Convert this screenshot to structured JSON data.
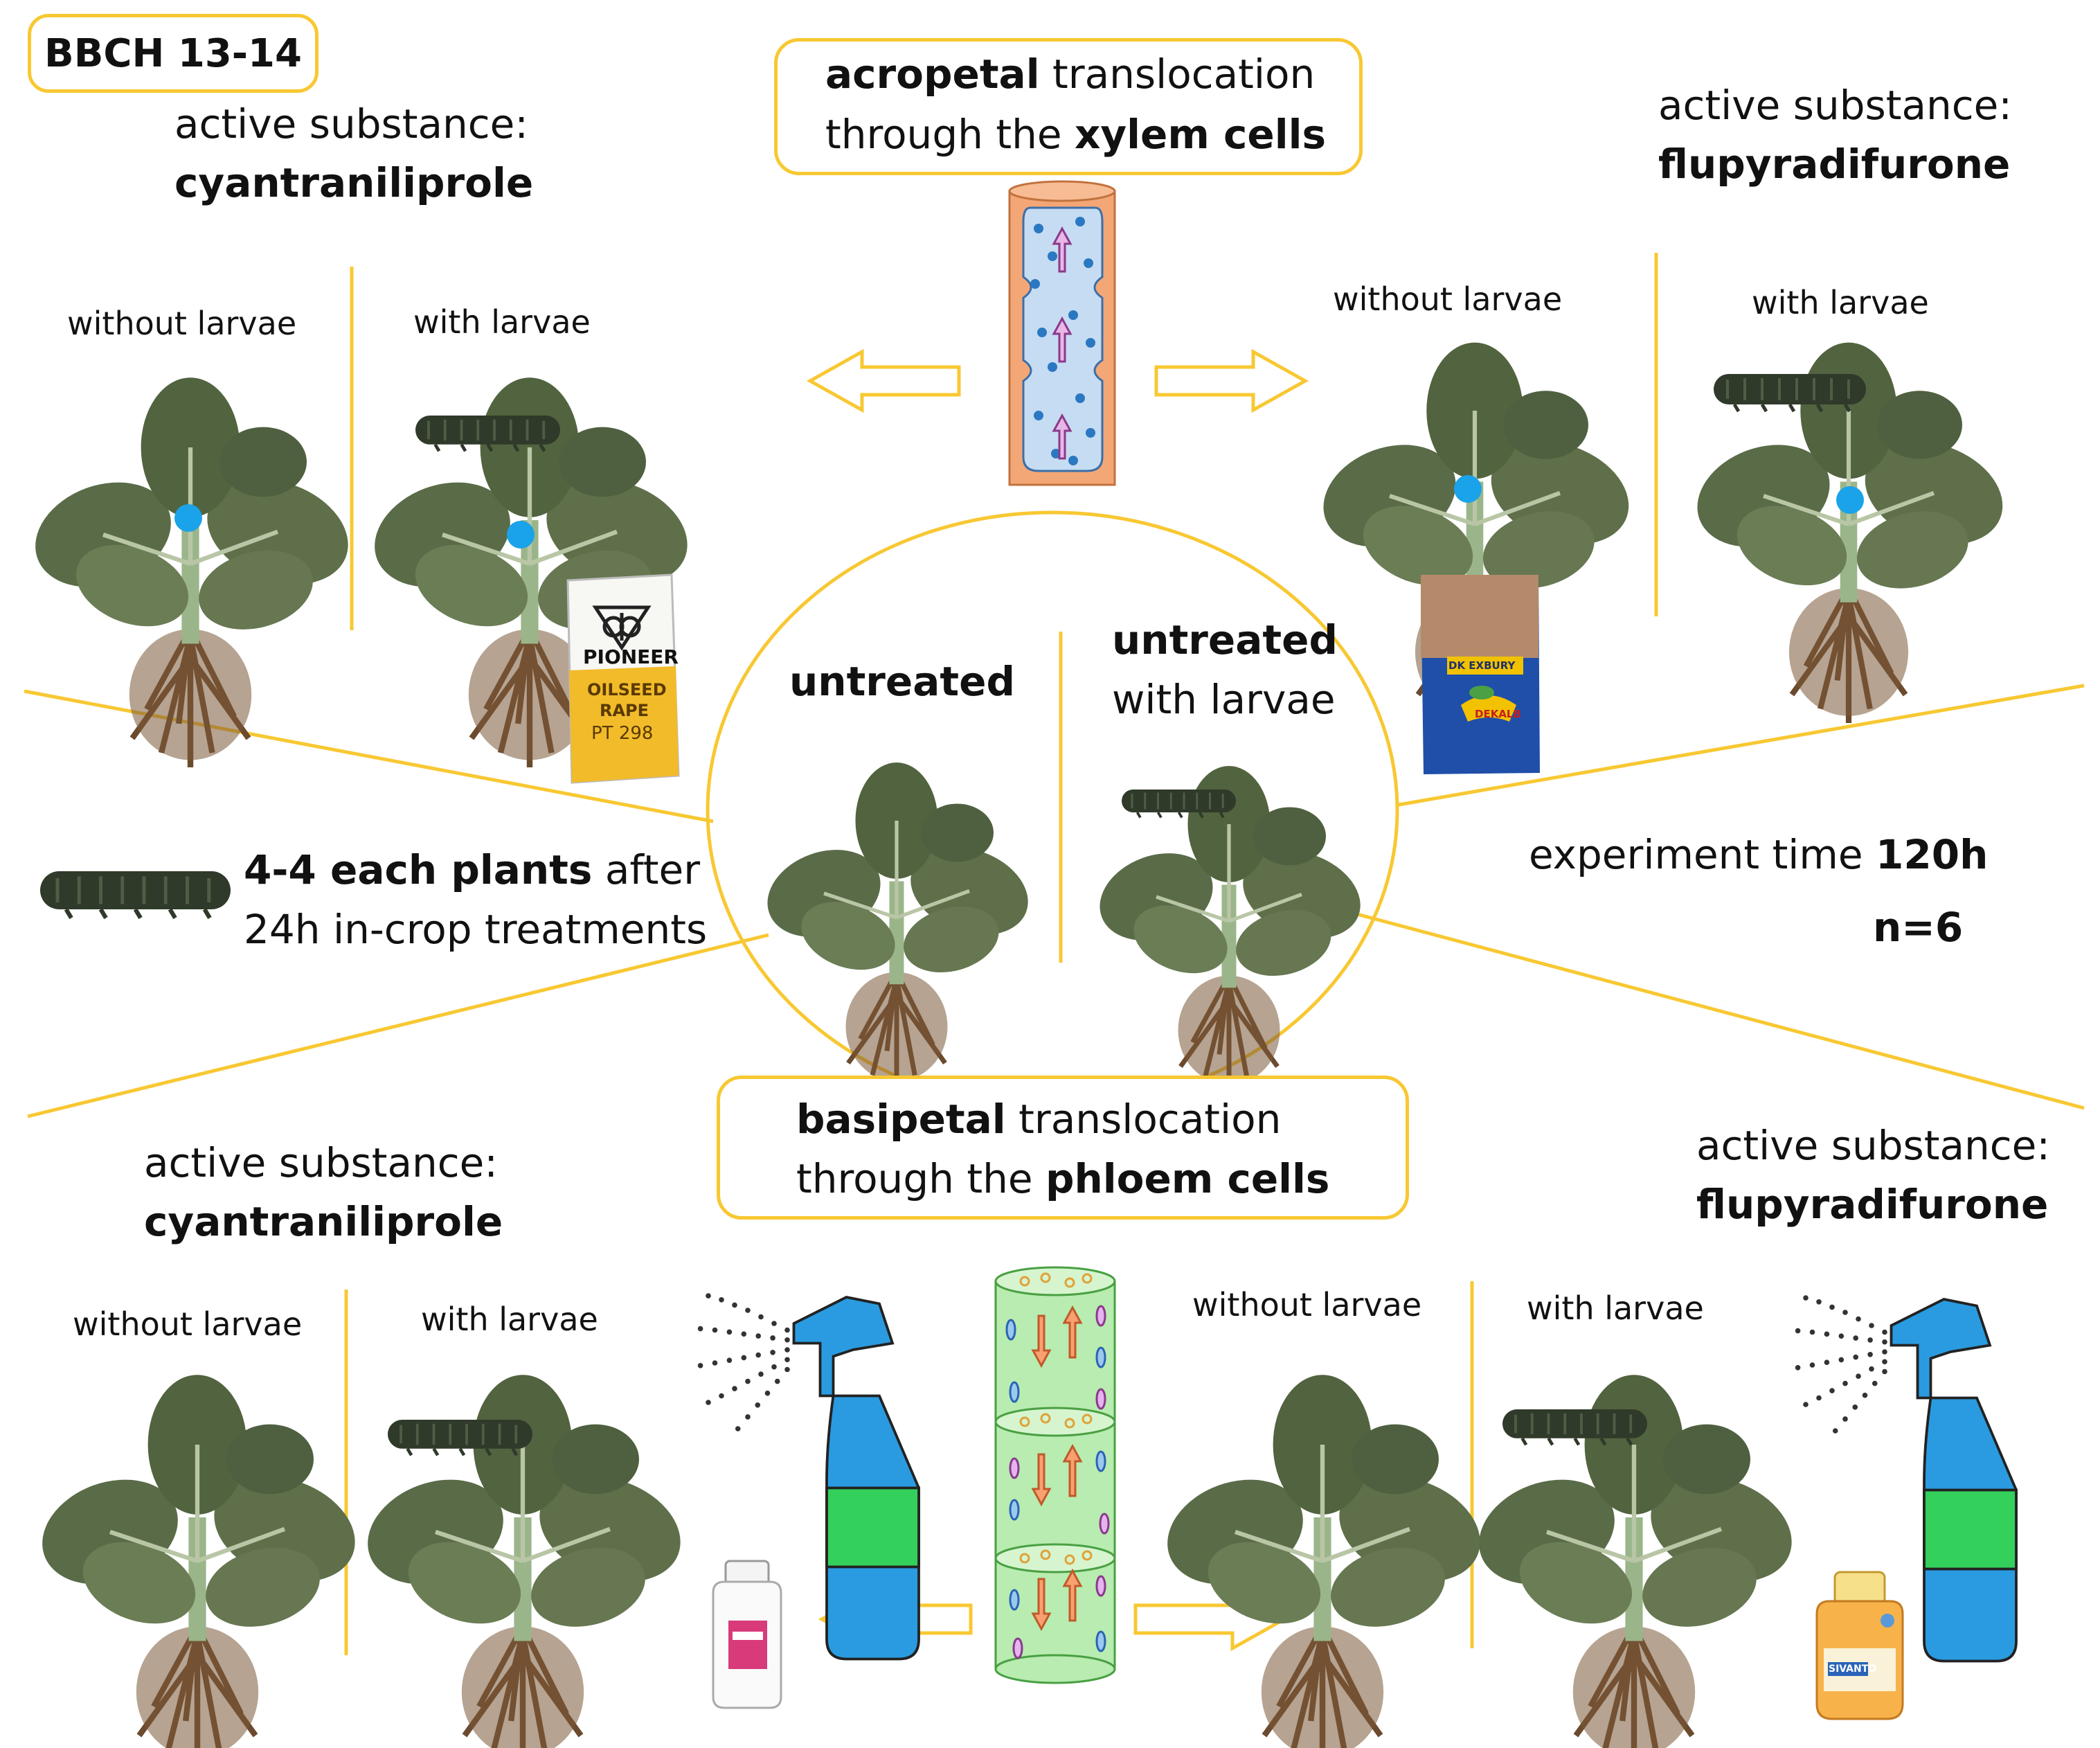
{
  "bbch_label": "BBCH 13-14",
  "top_left": {
    "prefix": "active substance:",
    "substance": "cyantraniliprole",
    "col1_label": "without larvae",
    "col2_label": "with larvae"
  },
  "top_right": {
    "prefix": "active substance:",
    "substance": "flupyradifurone",
    "col1_label": "without larvae",
    "col2_label": "with larvae"
  },
  "bottom_left": {
    "prefix": "active substance:",
    "substance": "cyantraniliprole",
    "col1_label": "without larvae",
    "col2_label": "with larvae"
  },
  "bottom_right": {
    "prefix": "active substance:",
    "substance": "flupyradifurone",
    "col1_label": "without larvae",
    "col2_label": "with larvae"
  },
  "xylem_box": {
    "line1_bold": "acropetal",
    "line1_rest": " translocation",
    "line2_pre": "through the ",
    "line2_bold": "xylem cells"
  },
  "phloem_box": {
    "line1_bold": "basipetal",
    "line1_rest": " translocation",
    "line2_pre": "through the ",
    "line2_bold": "phloem cells"
  },
  "center": {
    "left_label": "untreated",
    "right_label_bold": "untreated",
    "right_label_rest": "with larvae"
  },
  "larvae_note": {
    "bold": "4-4 each plants",
    "rest1": " after",
    "line2": "24h in-crop treatments"
  },
  "experiment": {
    "prefix": "experiment time ",
    "time": "120h",
    "n": "n=6"
  },
  "products": {
    "seed_bag_left": {
      "brand": "PIONEER",
      "line1": "OILSEED",
      "line2": "RAPE",
      "line3": "PT 298"
    },
    "seed_bag_right": {
      "label": "DK EXBURY",
      "brand": "DEKALB"
    },
    "bottle_right": "SIVANTO"
  },
  "colors": {
    "accent": "#f8c832",
    "xylem_fill": "#c6dcf2",
    "xylem_wall": "#f4a776",
    "phloem_fill": "#b8ecb0",
    "spray_blue": "#2a9be0",
    "spray_green": "#34d05c"
  }
}
